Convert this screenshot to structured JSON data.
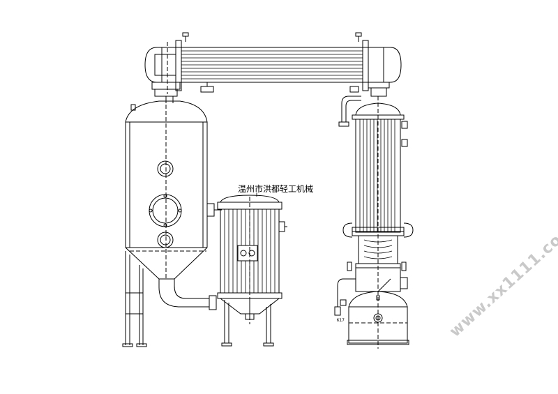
{
  "diagram": {
    "caption": "温州市洪都轻工机械",
    "watermark": "www.xx1111.com",
    "tag_label": "K17"
  },
  "colors": {
    "line": "#000000",
    "watermark": "#c9c9c9"
  }
}
